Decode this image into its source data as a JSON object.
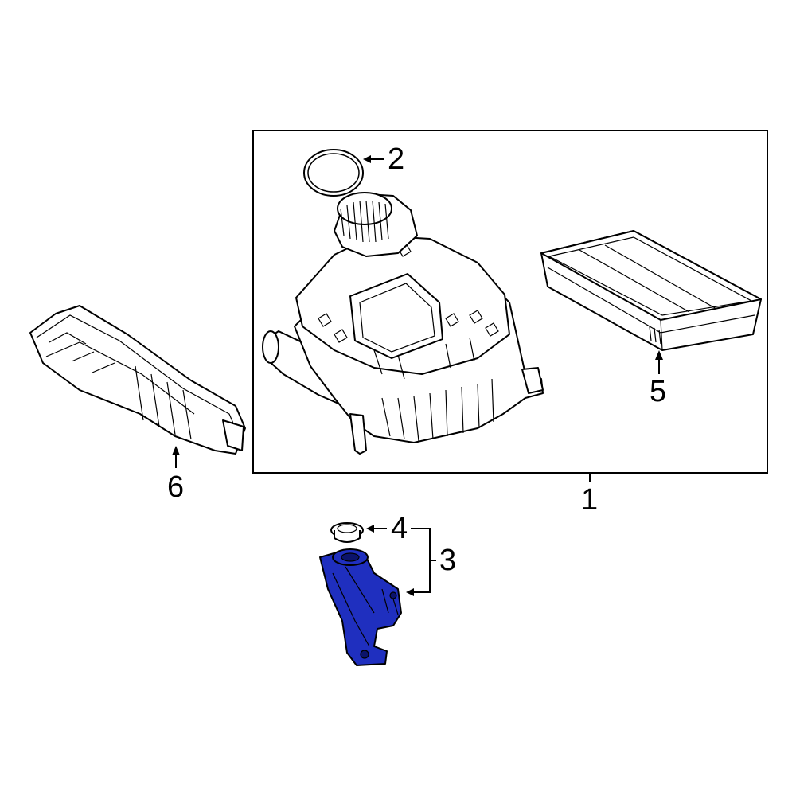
{
  "diagram": {
    "highlight_color": "#1f2fbf",
    "callouts": [
      "1",
      "2",
      "3",
      "4",
      "5",
      "6"
    ],
    "parts": [
      {
        "callout": "1",
        "name": "air-cleaner-assembly"
      },
      {
        "callout": "2",
        "name": "seal-ring"
      },
      {
        "callout": "3",
        "name": "mounting-bracket",
        "highlighted": true
      },
      {
        "callout": "4",
        "name": "grommet"
      },
      {
        "callout": "5",
        "name": "air-filter-element"
      },
      {
        "callout": "6",
        "name": "intake-duct"
      }
    ]
  }
}
